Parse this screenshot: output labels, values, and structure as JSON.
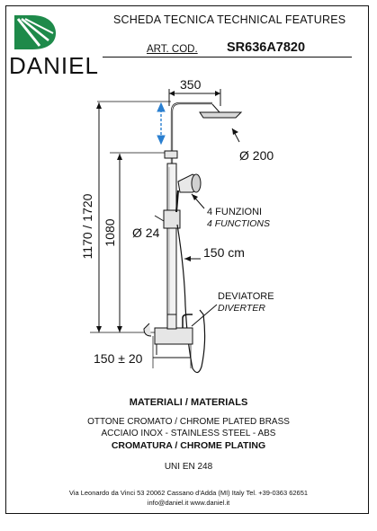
{
  "header": {
    "brand": "DANIEL",
    "title": "SCHEDA TECNICA   TECHNICAL FEATURES",
    "art_label": "ART. COD.",
    "art_code": "SR636A7820"
  },
  "drawing": {
    "dim_width": "350",
    "dim_head": "Ø 200",
    "functions_it": "4 FUNZIONI",
    "functions_en": "4 FUNCTIONS",
    "dim_bar": "Ø 24",
    "hose": "150 cm",
    "diverter_it": "DEVIATORE",
    "diverter_en": "DIVERTER",
    "height_total": "1170 / 1720",
    "height_mixer": "1080",
    "dim_wall": "150 ± 20"
  },
  "materials": {
    "title": "MATERIALI / MATERIALS",
    "line1": "OTTONE CROMATO  / CHROME PLATED BRASS",
    "line2": "ACCIAIO INOX - STAINLESS STEEL - ABS",
    "line3": "CROMATURA / CHROME PLATING",
    "norm": "UNI EN 248"
  },
  "footer": {
    "address": "Via Leonardo da Vinci 53    20062 Cassano d'Adda (MI) Italy Tel. +39-0363 62651",
    "contacts": "info@daniel.it          www.daniel.it"
  },
  "colors": {
    "logo_green": "#1e8a4a",
    "arrow_blue": "#2a7fd0"
  }
}
